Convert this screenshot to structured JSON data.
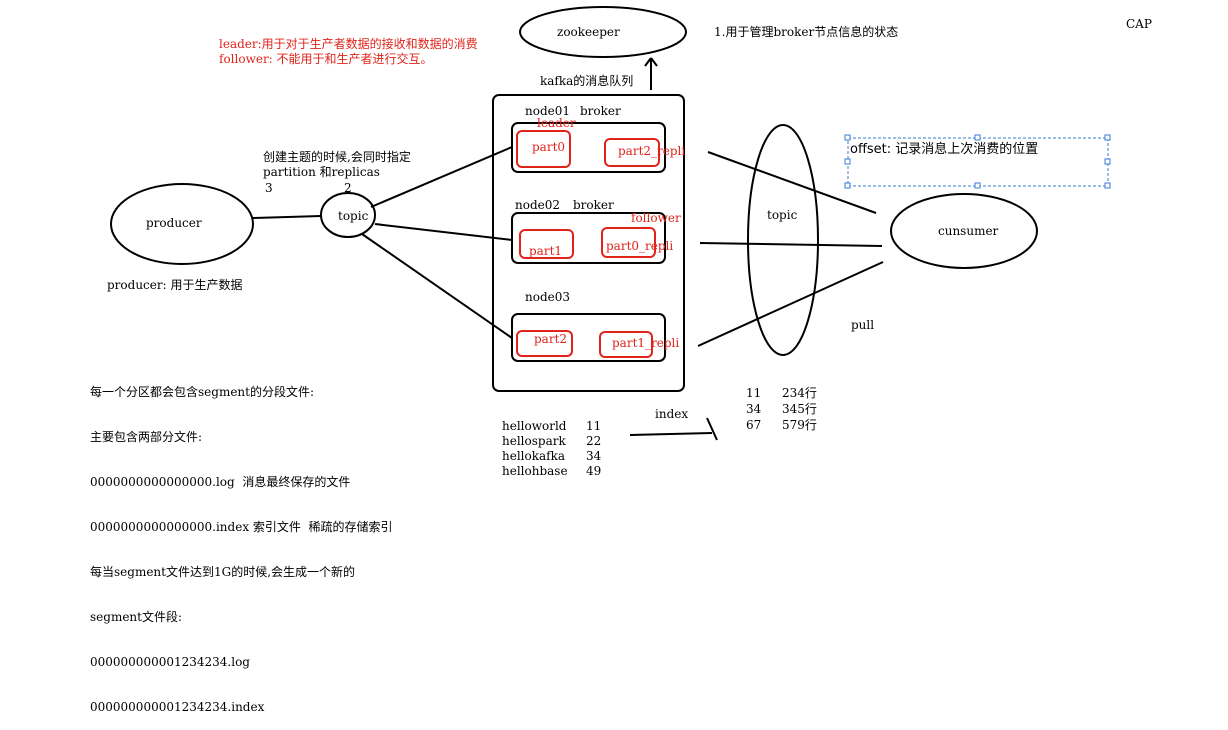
{
  "colors": {
    "ink": "#000000",
    "accent_red": "#e0241b",
    "selection_blue": "#3a78d6"
  },
  "zookeeper": {
    "label": "zookeeper",
    "note": "1.用于管理broker节点信息的状态"
  },
  "cap": "CAP",
  "roles": {
    "leader": "leader:用于对于生产者数据的接收和数据的消费",
    "follower": "follower: 不能用于和生产者进行交互。"
  },
  "cluster_title": "kafka的消息队列",
  "producer": {
    "label": "producer",
    "note": "producer: 用于生产数据"
  },
  "topic_create": {
    "line1": "创建主题的时候,会同时指定",
    "line2": "partition 和replicas",
    "val_partition": "3",
    "val_replicas": "2"
  },
  "topic_node": "topic",
  "nodes": [
    {
      "label": "node01",
      "broker": "broker",
      "tag": "leader",
      "left": "part0",
      "right": "part2_repli"
    },
    {
      "label": "node02",
      "broker": "broker",
      "tag": "follower",
      "left": "part1",
      "right": "part0_repli"
    },
    {
      "label": "node03",
      "broker": "",
      "tag": "",
      "left": "part2",
      "right": "part1_repli"
    }
  ],
  "consumer_topic": "topic",
  "consumer": {
    "label": "cunsumer",
    "pull": "pull"
  },
  "offset_note": "offset: 记录消息上次消费的位置",
  "segment_notes": [
    "每一个分区都会包含segment的分段文件:",
    "主要包含两部分文件:",
    "0000000000000000.log  消息最终保存的文件",
    "0000000000000000.index 索引文件  稀疏的存储索引",
    "每当segment文件达到1G的时候,会生成一个新的",
    "segment文件段:",
    "000000000001234234.log",
    "000000000001234234.index"
  ],
  "messages": [
    {
      "word": "helloworld",
      "count": "11"
    },
    {
      "word": "hellospark",
      "count": "22"
    },
    {
      "word": "hellokafka",
      "count": "34"
    },
    {
      "word": "hellohbase",
      "count": "49"
    }
  ],
  "index": {
    "label": "index",
    "rows": [
      {
        "offset": "11",
        "line": "234行"
      },
      {
        "offset": "34",
        "line": "345行"
      },
      {
        "offset": "67",
        "line": "579行"
      }
    ]
  }
}
